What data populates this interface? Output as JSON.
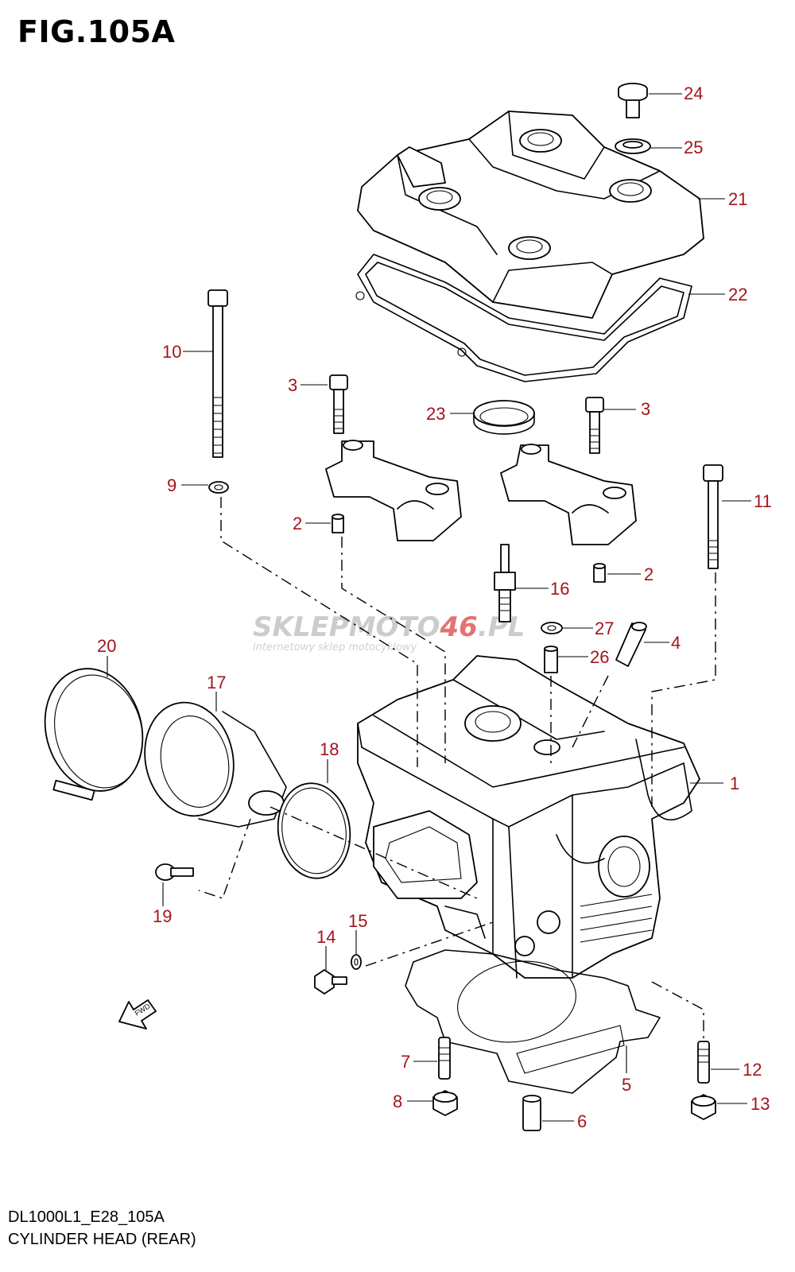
{
  "figure": {
    "title": "FIG.105A",
    "model_code": "DL1000L1_E28_105A",
    "name": "CYLINDER HEAD (REAR)"
  },
  "watermark": {
    "brand_part1": "SKLEP",
    "brand_part2": "MOTO",
    "brand_part3": "46",
    "brand_part4": ".PL",
    "tagline": "internetowy sklep motocyklowy"
  },
  "direction_label": "FWD",
  "colors": {
    "callout": "#a3151c",
    "lines": "#000000",
    "watermark_gray": "#c4c4c4",
    "watermark_red": "#e05a5a"
  },
  "callouts": {
    "c1": "1",
    "c2a": "2",
    "c2b": "2",
    "c3a": "3",
    "c3b": "3",
    "c4": "4",
    "c5": "5",
    "c6": "6",
    "c7": "7",
    "c8": "8",
    "c9": "9",
    "c10": "10",
    "c11": "11",
    "c12": "12",
    "c13": "13",
    "c14": "14",
    "c15": "15",
    "c16": "16",
    "c17": "17",
    "c18": "18",
    "c19": "19",
    "c20": "20",
    "c21": "21",
    "c22": "22",
    "c23": "23",
    "c24": "24",
    "c25": "25",
    "c26": "26",
    "c27": "27"
  }
}
